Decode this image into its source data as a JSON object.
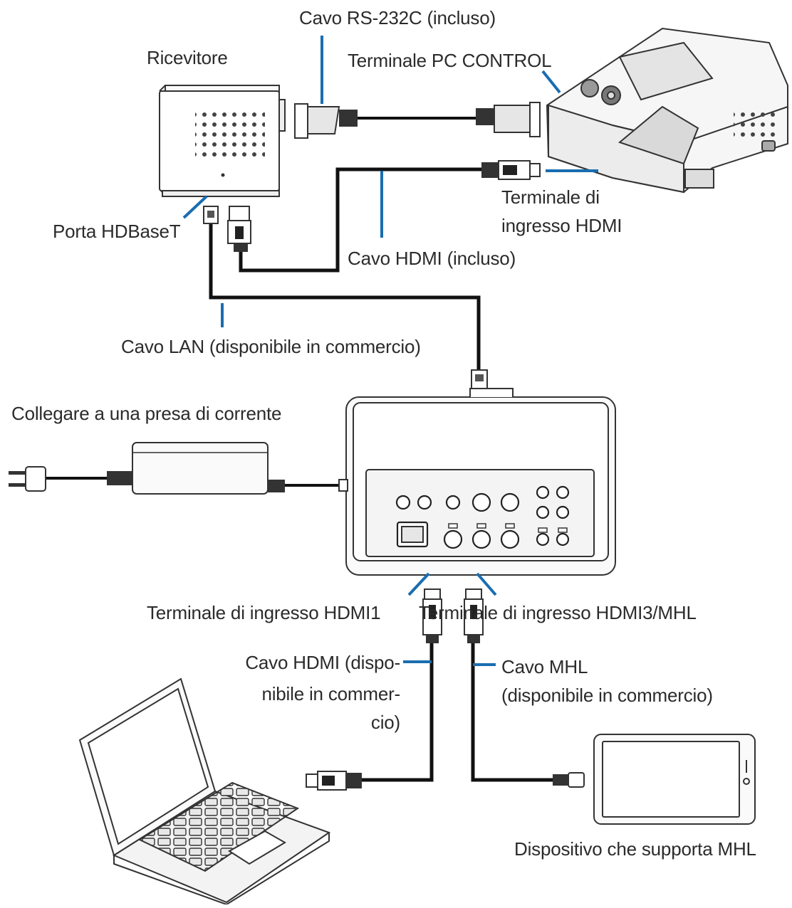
{
  "labels": {
    "rs232c_cable": "Cavo RS-232C (incluso)",
    "receiver": "Ricevitore",
    "pc_control_terminal": "Terminale PC CONTROL",
    "hdmi_input_terminal_line1": "Terminale di",
    "hdmi_input_terminal_line2": "ingresso HDMI",
    "hdbaset_port": "Porta HDBaseT",
    "hdmi_cable_included": "Cavo HDMI (incluso)",
    "lan_cable": "Cavo LAN (disponibile in commercio)",
    "power_outlet": "Collegare a una presa di corrente",
    "hdmi1_input_terminal": "Terminale di ingresso HDMI1",
    "hdmi3_mhl_input_terminal": "Terminale di ingresso HDMI3/MHL",
    "hdmi_cable_commercial_line1": "Cavo HDMI (dispo-",
    "hdmi_cable_commercial_line2": "nibile in commer-",
    "hdmi_cable_commercial_line3": "cio)",
    "mhl_cable_line1": "Cavo MHL",
    "mhl_cable_line2": "(disponibile in commercio)",
    "mhl_device": "Dispositivo che supporta MHL"
  },
  "colors": {
    "leader": "#1a6db0",
    "cable": "#111111",
    "outline": "#333333"
  }
}
